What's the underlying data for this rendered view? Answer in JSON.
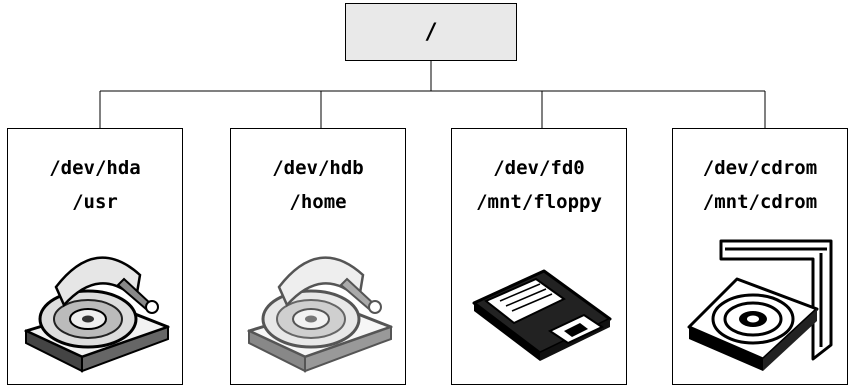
{
  "root": {
    "label": "/"
  },
  "devices": [
    {
      "device": "/dev/hda",
      "mount": "/usr",
      "icon": "hard-disk-icon"
    },
    {
      "device": "/dev/hdb",
      "mount": "/home",
      "icon": "hard-disk-icon"
    },
    {
      "device": "/dev/fd0",
      "mount": "/mnt/floppy",
      "icon": "floppy-disk-icon"
    },
    {
      "device": "/dev/cdrom",
      "mount": "/mnt/cdrom",
      "icon": "cdrom-drive-icon"
    }
  ]
}
